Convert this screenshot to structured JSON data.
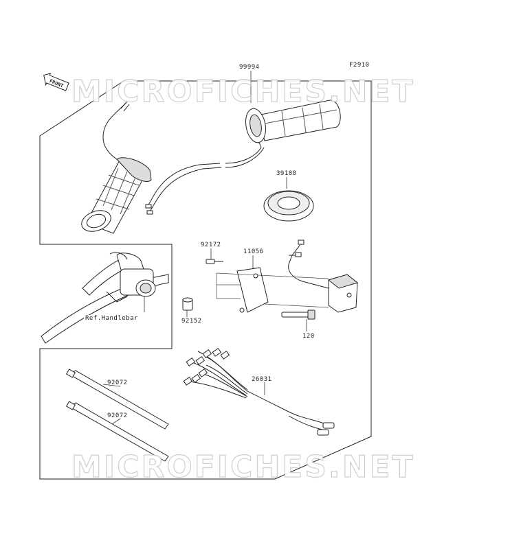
{
  "diagram": {
    "figure_code": "F2910",
    "front_badge": "FRONT",
    "watermark": "MICROFICHES.NET",
    "reference_note": "Ref.Handlebar",
    "parts": [
      {
        "id": "grip-set",
        "number": "99994"
      },
      {
        "id": "spacer-ring",
        "number": "39188"
      },
      {
        "id": "bracket-screw",
        "number": "92172"
      },
      {
        "id": "bracket",
        "number": "11056"
      },
      {
        "id": "collar",
        "number": "92152"
      },
      {
        "id": "bolt",
        "number": "120"
      },
      {
        "id": "tie-band-1",
        "number": "92072"
      },
      {
        "id": "tie-band-2",
        "number": "92072"
      },
      {
        "id": "wire-harness",
        "number": "26031"
      }
    ]
  }
}
